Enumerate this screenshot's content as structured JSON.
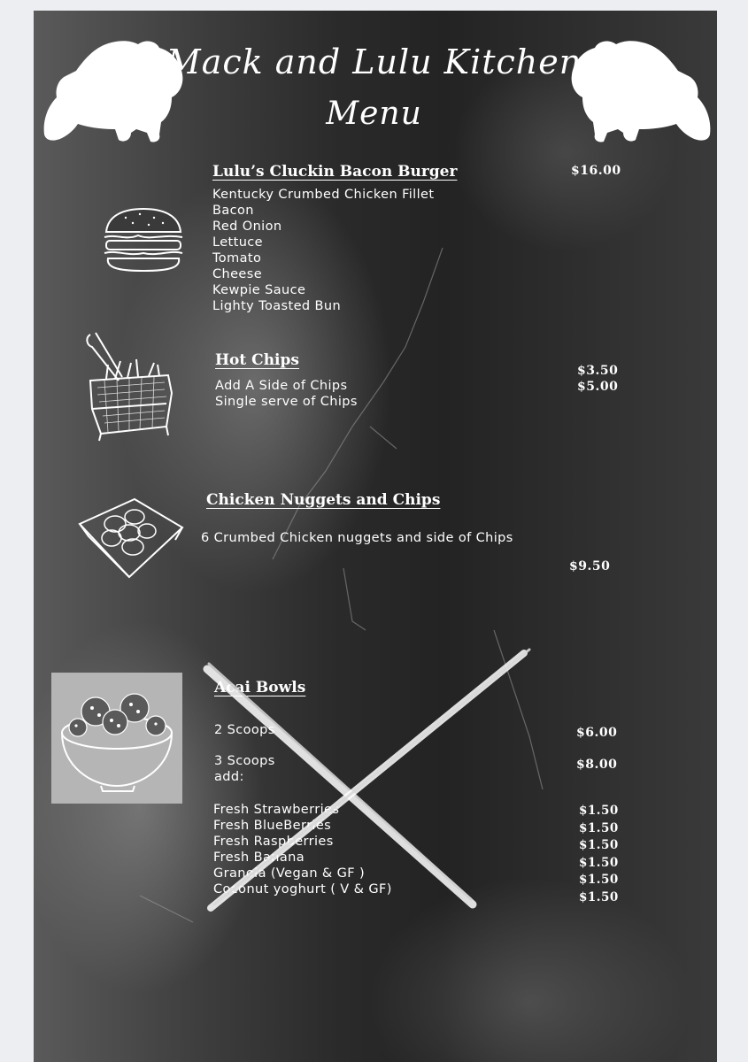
{
  "title": {
    "line1": "Mack and Lulu Kitchen",
    "line2": "Menu"
  },
  "icons": {
    "left_dog": "bulldog-silhouette-icon",
    "right_dog": "bulldog-silhouette-icon",
    "burger": "burger-illustration",
    "chips": "fry-basket-illustration",
    "nuggets": "nuggets-box-illustration",
    "acai": "acai-bowl-illustration"
  },
  "sections": {
    "burger": {
      "heading": "Lulu’s Cluckin Bacon Burger",
      "price": "$16.00",
      "items": [
        "Kentucky Crumbed Chicken Fillet",
        "Bacon",
        "Red Onion",
        "Lettuce",
        "Tomato",
        "Cheese",
        "Kewpie Sauce",
        "Lighty Toasted Bun"
      ]
    },
    "chips": {
      "heading": "Hot Chips",
      "items": [
        "Add A Side of Chips",
        "Single serve of Chips"
      ],
      "prices": [
        "$3.50",
        "$5.00"
      ]
    },
    "nuggets": {
      "heading": "Chicken Nuggets and Chips",
      "description": "6 Crumbed Chicken nuggets and side of Chips",
      "price": "$9.50"
    },
    "acai": {
      "heading": "Acai Bowls",
      "option1": "2 Scoops",
      "option1_price": "$6.00",
      "option2": "3 Scoops",
      "option2_price": "$8.00",
      "add_label": "add:",
      "addons": [
        "Fresh Strawberries",
        "Fresh BlueBerries",
        "Fresh Raspberries",
        "Fresh Banana",
        "Granola (Vegan & GF )",
        "Coconut yoghurt ( V & GF)"
      ],
      "addon_prices": [
        "$1.50",
        "$1.50",
        "$1.50",
        "$1.50",
        "$1.50",
        "$1.50"
      ]
    }
  },
  "colors": {
    "text": "#ffffff",
    "background": "#2a2a2a",
    "page": "#eceef2"
  }
}
